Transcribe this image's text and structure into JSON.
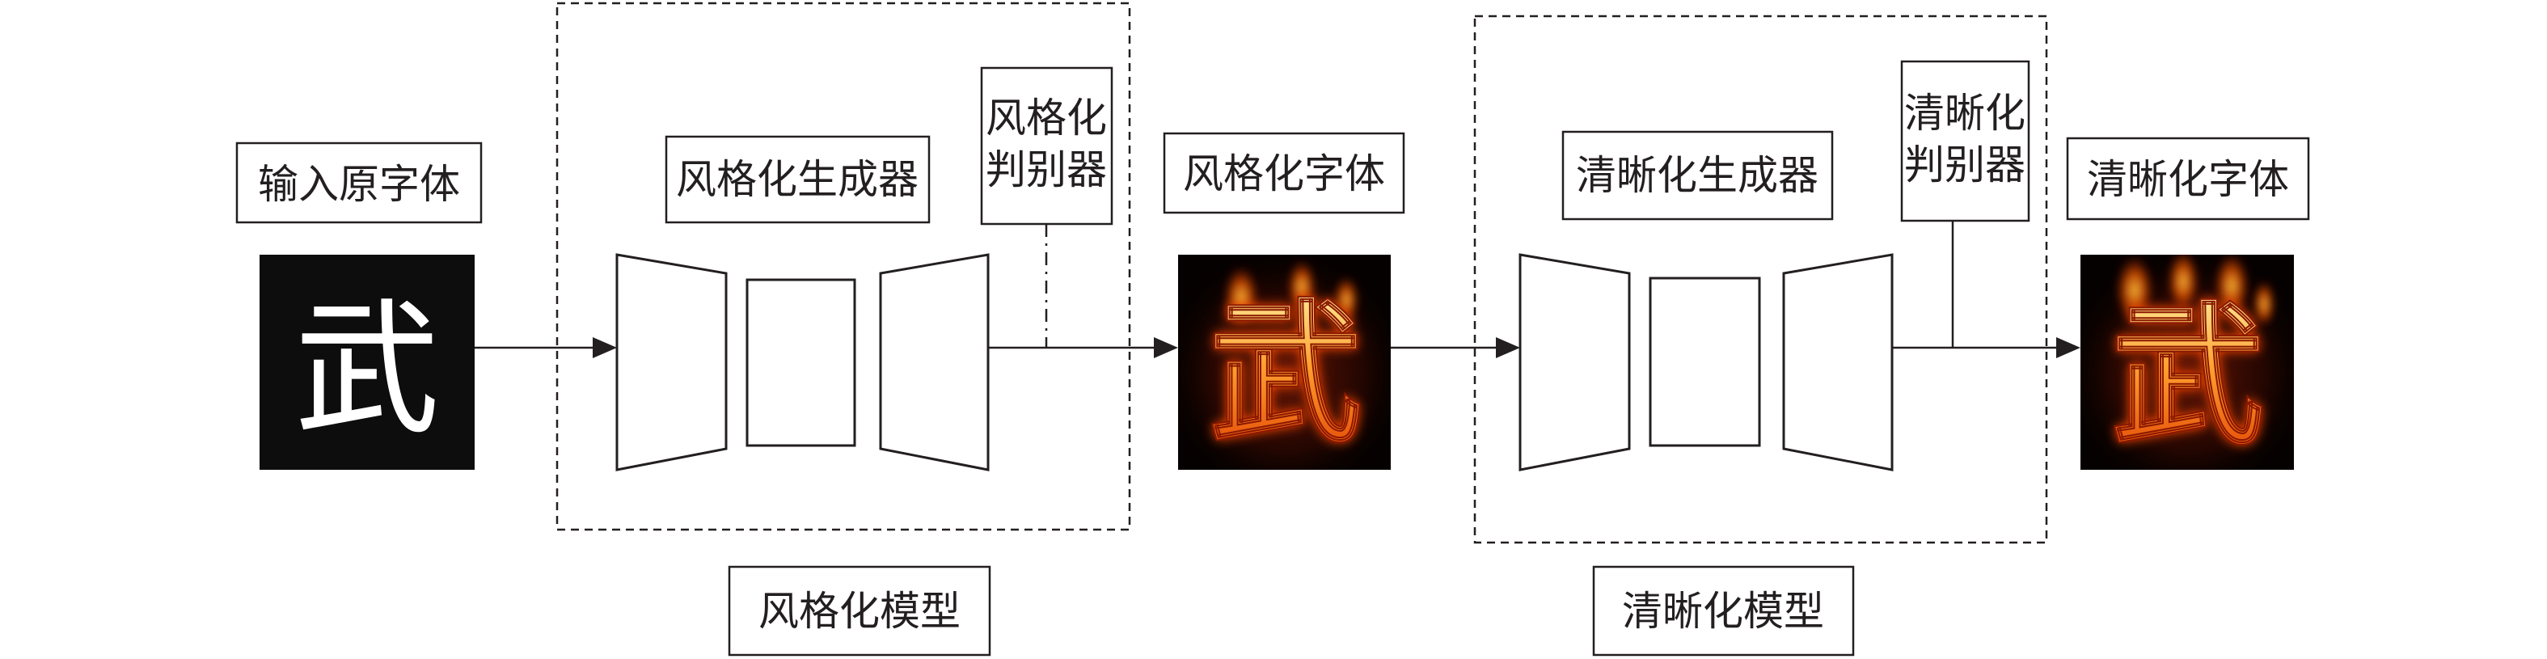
{
  "input": {
    "label": "输入原字体",
    "glyph": "武"
  },
  "stylization_model": {
    "generator_label": "风格化生成器",
    "discriminator_lines": [
      "风格化",
      "判别器"
    ],
    "model_label": "风格化模型"
  },
  "stylized": {
    "label": "风格化字体",
    "glyph": "武"
  },
  "sharpening_model": {
    "generator_label": "清晰化生成器",
    "discriminator_lines": [
      "清晰化",
      "判别器"
    ],
    "model_label": "清晰化模型"
  },
  "sharpened": {
    "label": "清晰化字体",
    "glyph": "武"
  },
  "colors": {
    "background": "#ffffff",
    "stroke": "#231f20",
    "input_image_bg": "#0d0d0d",
    "input_glyph": "#ffffff",
    "fire_core": "#ffd060",
    "fire_mid": "#ff7a10",
    "fire_edge": "#c42800"
  }
}
